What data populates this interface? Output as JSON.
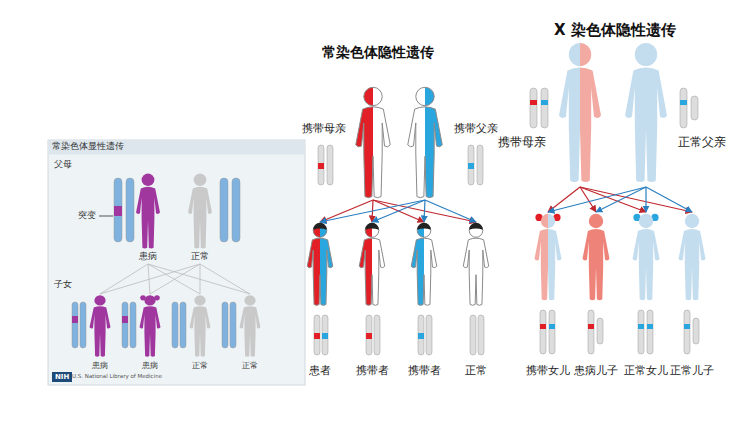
{
  "diagram": {
    "nodes": [
      {
        "text": [
          "常染色体显性遗传"
        ]
      },
      {
        "text": [
          "患病"
        ],
        "in": 0
      },
      {
        "text": [
          "正常"
        ],
        "in": 0
      },
      {
        "text": [
          "患病"
        ],
        "in": 0
      },
      {
        "text": [
          "患病"
        ],
        "in": 0
      },
      {
        "text": [
          "正常"
        ],
        "in": 0
      },
      {
        "text": [
          "正常"
        ],
        "in": 0
      },
      {
        "text": [
          "携带母亲"
        ]
      },
      {
        "text": [
          "携带父亲"
        ]
      },
      {
        "text": [
          "患者"
        ]
      },
      {
        "text": [
          "携带者"
        ]
      },
      {
        "text": [
          "携带者"
        ]
      },
      {
        "text": [
          "正常"
        ]
      },
      {
        "text": [
          "携带母亲"
        ]
      },
      {
        "text": [
          "正常父亲"
        ]
      },
      {
        "text": [
          "携带女儿"
        ]
      },
      {
        "text": [
          "患病儿子"
        ]
      },
      {
        "text": [
          "正常女儿"
        ]
      },
      {
        "text": [
          "正常儿子"
        ]
      }
    ],
    "edges": [
      {
        "from": 1,
        "to": 3,
        "arrow": "none"
      },
      {
        "from": 1,
        "to": 4,
        "arrow": "none"
      },
      {
        "from": 1,
        "to": 5,
        "arrow": "none"
      },
      {
        "from": 1,
        "to": 6,
        "arrow": "none"
      },
      {
        "from": 2,
        "to": 3,
        "arrow": "none"
      },
      {
        "from": 2,
        "to": 4,
        "arrow": "none"
      },
      {
        "from": 2,
        "to": 5,
        "arrow": "none"
      },
      {
        "from": 2,
        "to": 6,
        "arrow": "none"
      },
      {
        "from": 7,
        "to": 9,
        "arrow": "to"
      },
      {
        "from": 7,
        "to": 10,
        "arrow": "to"
      },
      {
        "from": 7,
        "to": 11,
        "arrow": "to"
      },
      {
        "from": 7,
        "to": 12,
        "arrow": "to"
      },
      {
        "from": 8,
        "to": 9,
        "arrow": "to"
      },
      {
        "from": 8,
        "to": 10,
        "arrow": "to"
      },
      {
        "from": 8,
        "to": 11,
        "arrow": "to"
      },
      {
        "from": 8,
        "to": 12,
        "arrow": "to"
      },
      {
        "from": 13,
        "to": 15,
        "arrow": "to"
      },
      {
        "from": 13,
        "to": 16,
        "arrow": "to"
      },
      {
        "from": 13,
        "to": 17,
        "arrow": "to"
      },
      {
        "from": 13,
        "to": 18,
        "arrow": "to"
      },
      {
        "from": 14,
        "to": 15,
        "arrow": "to"
      },
      {
        "from": 14,
        "to": 16,
        "arrow": "to"
      },
      {
        "from": 14,
        "to": 17,
        "arrow": "to"
      },
      {
        "from": 14,
        "to": 18,
        "arrow": "to"
      }
    ],
    "labels": [
      "常染色体隐性遗传",
      "X 染色体隐性遗传",
      "父母",
      "突变",
      "子女",
      "NIH",
      "U.S. National Library of Medicine"
    ]
  }
}
